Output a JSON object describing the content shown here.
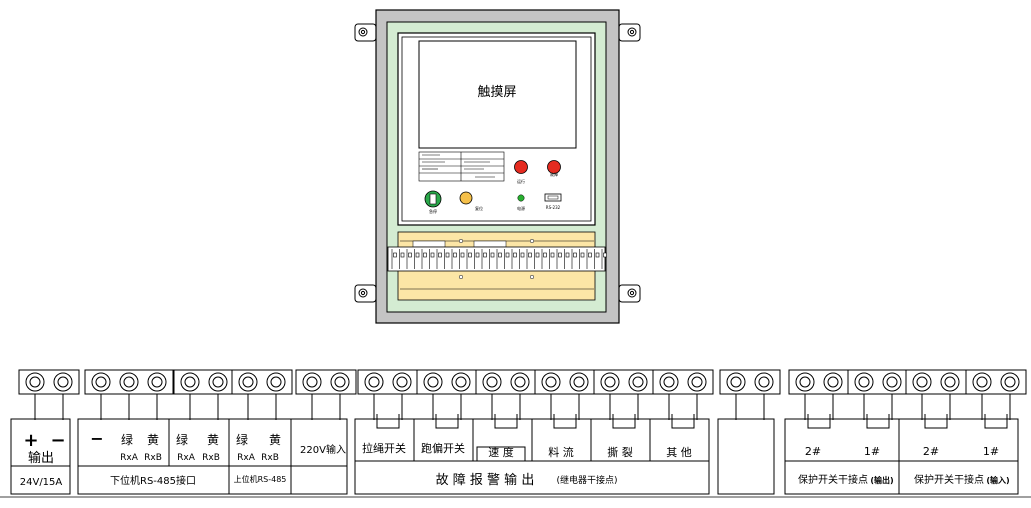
{
  "cabinet": {
    "screen_label": "触摸屏",
    "lamp_labels": [
      "运行",
      "故障"
    ],
    "button_labels": [
      "急停",
      "复位",
      "电源",
      "RS-232"
    ],
    "colors": {
      "cabinet_gray": "#c4c4c4",
      "panel_green": "#d4ecd2",
      "strip_yellow": "#fce6a6",
      "lamp_red": "#e52b20",
      "button_green": "#2aa84a",
      "button_amber": "#f5c04a",
      "led_green": "#28b030"
    }
  },
  "terminals": {
    "power_out": {
      "plus": "+",
      "minus": "−",
      "title": "输出",
      "rating": "24V/15A"
    },
    "lower_rs485": {
      "minus": "−",
      "green": "绿",
      "yellow": "黄",
      "rxa": "RxA",
      "rxb": "RxB",
      "caption": "下位机RS-485接口"
    },
    "upper_rs485": {
      "green": "绿",
      "yellow": "黄",
      "rxa": "RxA",
      "rxb": "RxB",
      "caption": "上位机RS-485"
    },
    "ac_in": {
      "label": "220V输入"
    },
    "fault": {
      "items": [
        "拉绳开关",
        "跑偏开关",
        "速 度",
        "料 流",
        "撕 裂",
        "其 他"
      ],
      "caption_main": "故 障 报 警 输 出",
      "caption_sub": "(继电器干接点)"
    },
    "protect_out": {
      "items": [
        "2#",
        "1#"
      ],
      "caption": "保护开关干接点",
      "suffix": "(输出)"
    },
    "protect_in": {
      "items": [
        "2#",
        "1#"
      ],
      "caption": "保护开关干接点",
      "suffix": "(输入)"
    }
  }
}
